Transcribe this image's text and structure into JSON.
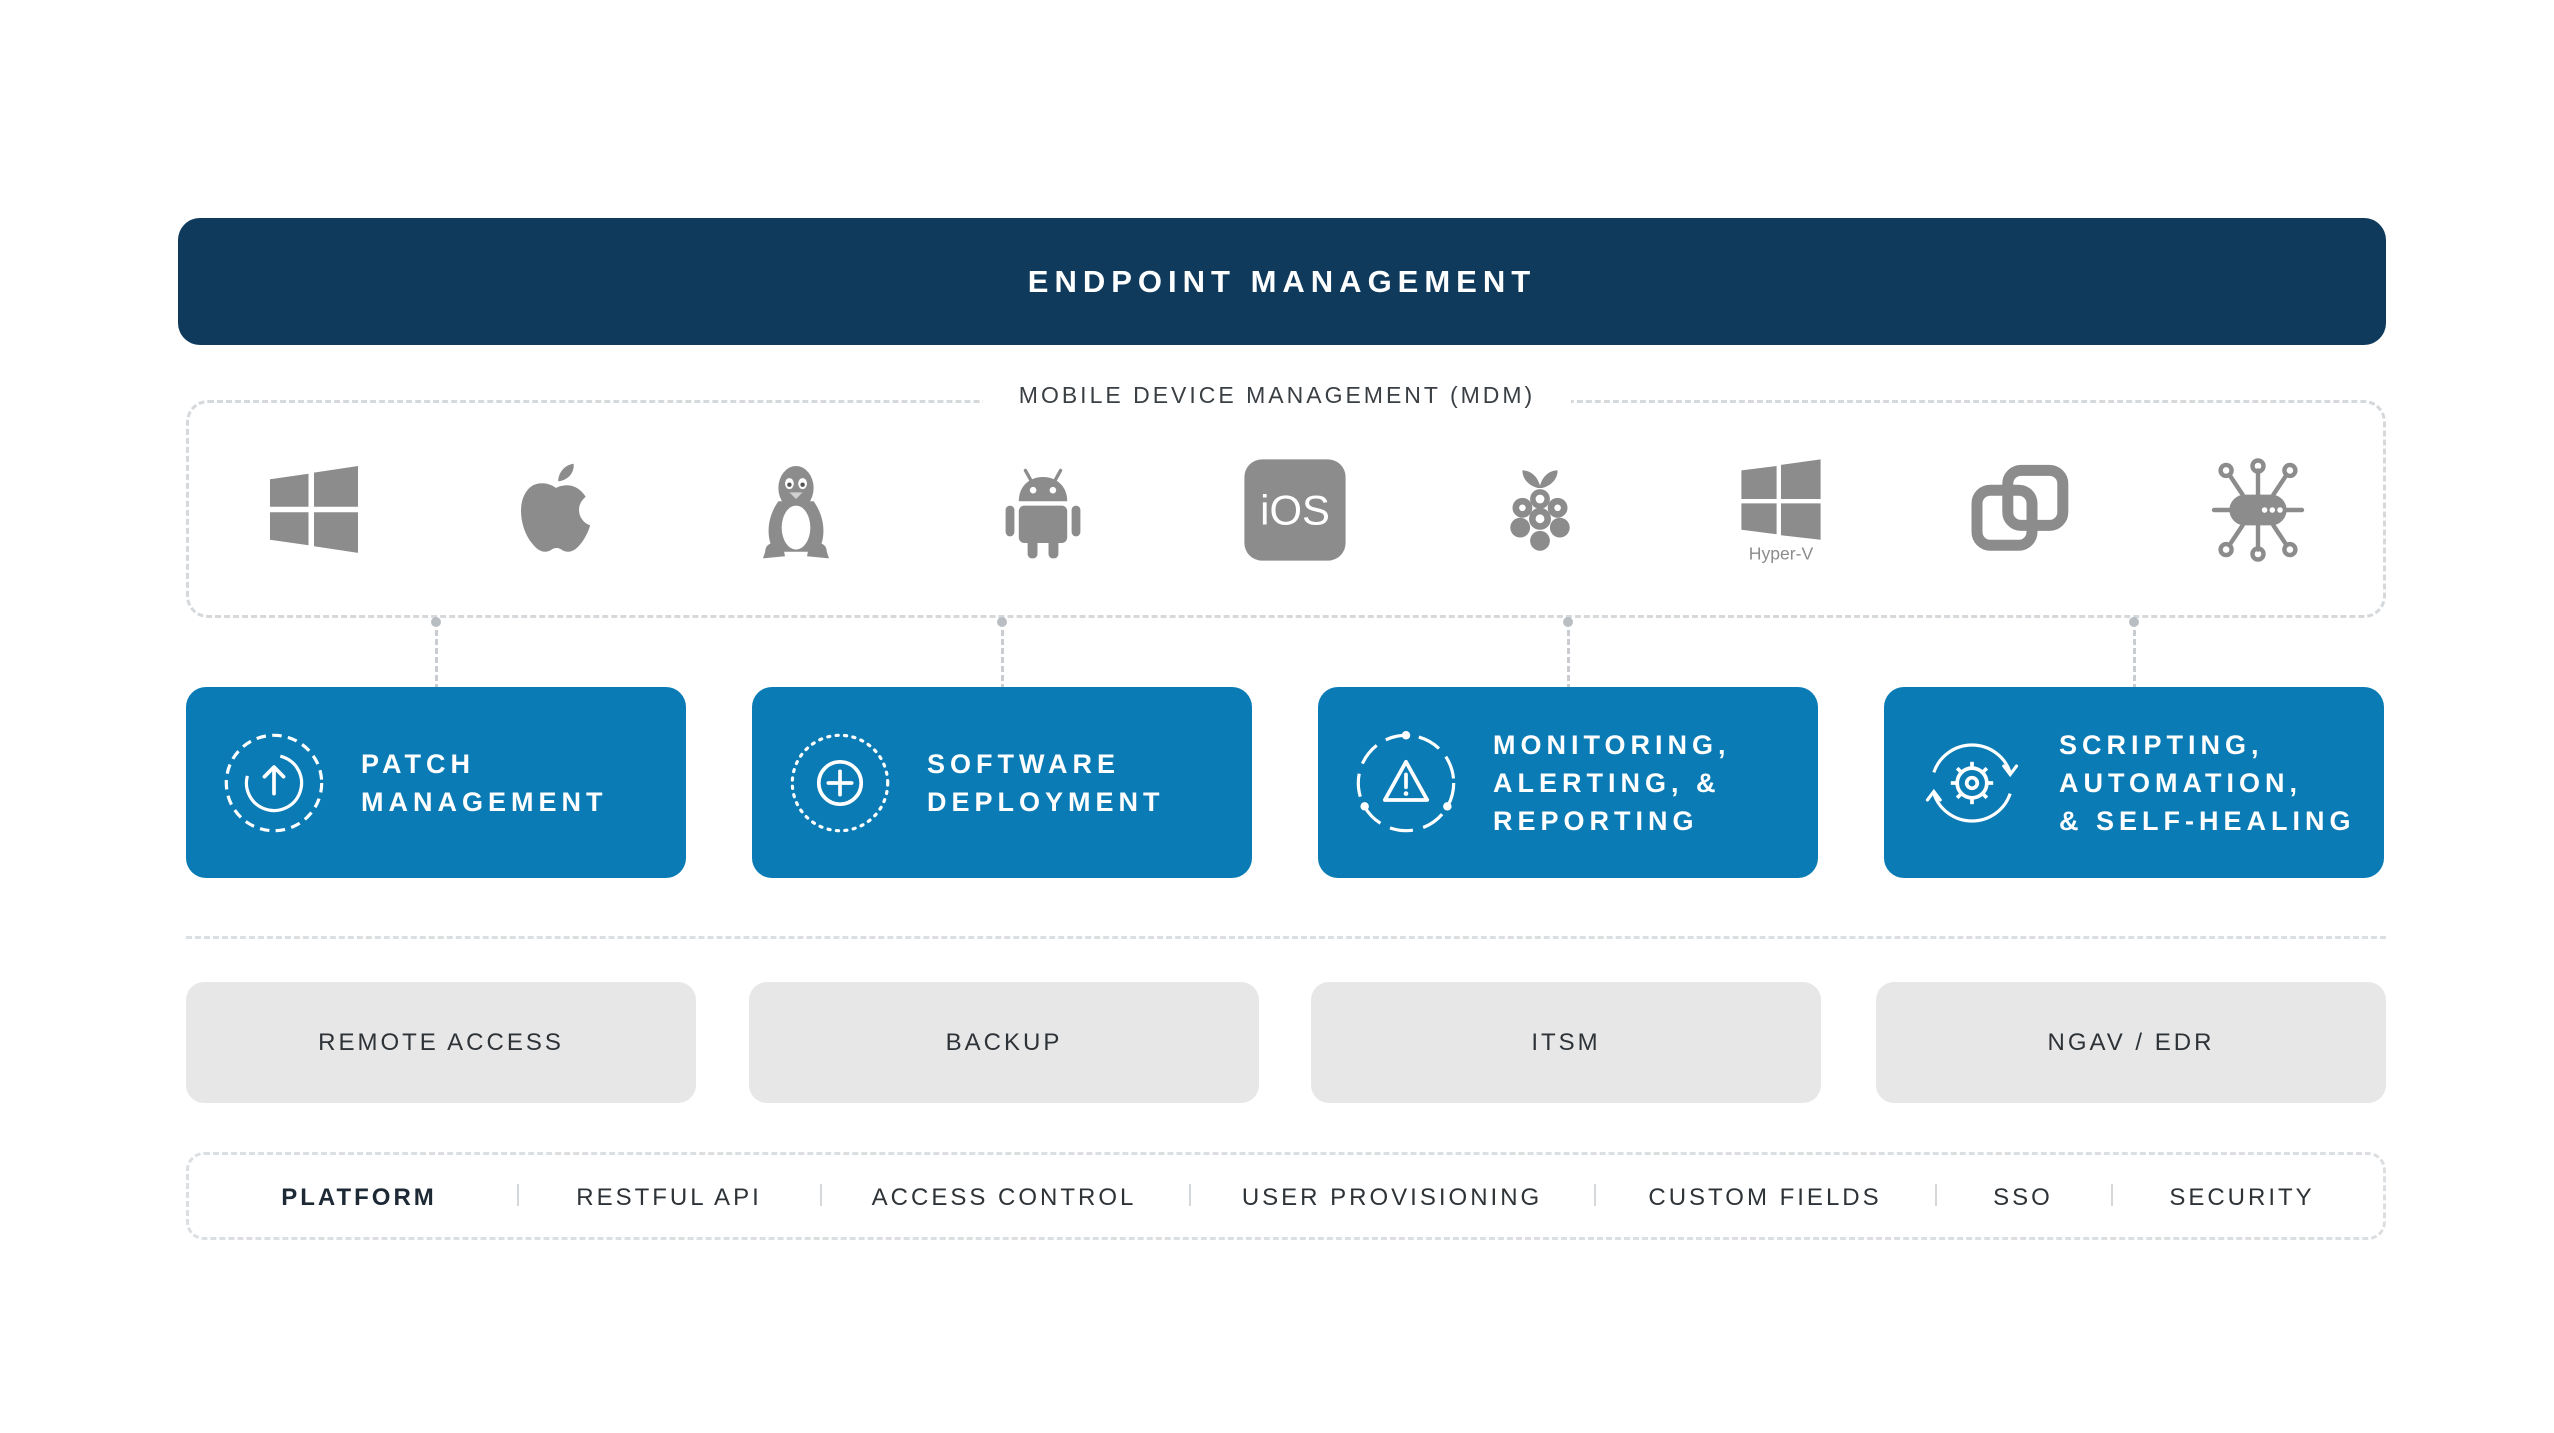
{
  "header": {
    "title": "ENDPOINT MANAGEMENT"
  },
  "mdm": {
    "label": "MOBILE DEVICE MANAGEMENT (MDM)",
    "icons": [
      {
        "name": "windows-icon"
      },
      {
        "name": "apple-icon"
      },
      {
        "name": "linux-icon"
      },
      {
        "name": "android-icon"
      },
      {
        "name": "ios-icon",
        "text": "iOS"
      },
      {
        "name": "raspberry-pi-icon"
      },
      {
        "name": "hyper-v-icon",
        "text": "Hyper-V"
      },
      {
        "name": "vmware-icon"
      },
      {
        "name": "network-device-icon"
      }
    ],
    "icon_color": "#8c8c8c"
  },
  "features": [
    {
      "icon": "patch-upload-icon",
      "lines": [
        "PATCH",
        "MANAGEMENT"
      ]
    },
    {
      "icon": "deploy-plus-icon",
      "lines": [
        "SOFTWARE",
        "DEPLOYMENT"
      ]
    },
    {
      "icon": "alert-warning-icon",
      "lines": [
        "MONITORING,",
        "ALERTING, &",
        "REPORTING"
      ]
    },
    {
      "icon": "automation-gear-icon",
      "lines": [
        "SCRIPTING,",
        "AUTOMATION,",
        "& SELF-HEALING"
      ]
    }
  ],
  "modules": [
    "REMOTE ACCESS",
    "BACKUP",
    "ITSM",
    "NGAV / EDR"
  ],
  "platform": {
    "items": [
      "PLATFORM",
      "RESTFUL API",
      "ACCESS CONTROL",
      "USER PROVISIONING",
      "CUSTOM FIELDS",
      "SSO",
      "SECURITY"
    ]
  },
  "colors": {
    "header_bg": "#0f3a5b",
    "feature_bg": "#0a7bb4",
    "module_bg": "#e7e7e8",
    "icon_gray": "#8c8c8c"
  }
}
